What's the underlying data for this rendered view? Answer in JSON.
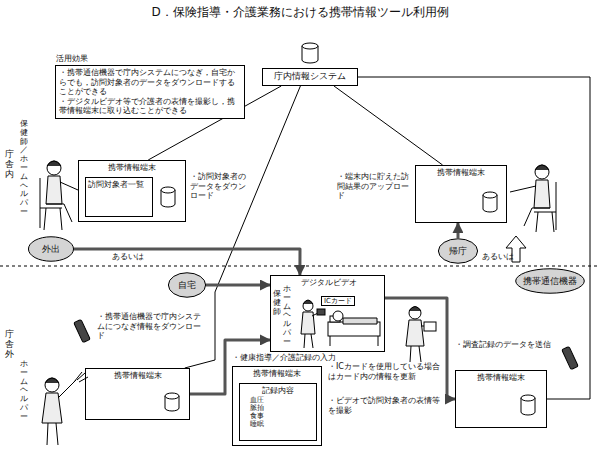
{
  "diagram": {
    "title": "D．保険指導・介護業務における携帯情報ツール利用例",
    "nodes": [
      {
        "text": [
          "活用効果",
          "・携帯通信機器で庁内システムにつなぎ，自宅からでも，訪問対象者のデータをダウンロードすることができる",
          "・デジタルビデオ等で介護者の表情を撮影し，携帯情報端末に取り込むことができる"
        ]
      },
      {
        "text": [
          "庁内情報システム"
        ]
      },
      {
        "text": [
          "携帯情報端末"
        ]
      },
      {
        "text": [
          "訪問対象者一覧"
        ],
        "in": 2
      },
      {
        "text": [
          "携帯情報端末"
        ]
      },
      {
        "text": [
          "外出"
        ]
      },
      {
        "text": [
          "自宅"
        ]
      },
      {
        "text": [
          "帰庁"
        ]
      },
      {
        "text": [
          "携帯通信機器"
        ]
      },
      {
        "text": [
          "デジタルビデオ",
          "ICカード"
        ]
      },
      {
        "text": [
          "携帯情報端末"
        ]
      },
      {
        "text": [
          "携帯情報端末"
        ]
      },
      {
        "text": [
          "記録内容",
          "血圧",
          "脈拍",
          "食事",
          "睡眠"
        ],
        "in": 11
      },
      {
        "text": [
          "携帯情報端末"
        ]
      }
    ],
    "edges": [
      {
        "from": 1,
        "to": 2,
        "arrow": "none"
      },
      {
        "from": 1,
        "to": 4,
        "arrow": "none"
      },
      {
        "from": 1,
        "to": 10,
        "arrow": "none"
      },
      {
        "from": 1,
        "to": 13,
        "arrow": "none"
      },
      {
        "from": 5,
        "to": 9,
        "arrow": "to"
      },
      {
        "from": 6,
        "to": 9,
        "arrow": "to"
      },
      {
        "from": 10,
        "to": 9,
        "arrow": "to"
      },
      {
        "from": 9,
        "to": 13,
        "arrow": "to"
      },
      {
        "from": 7,
        "to": 4,
        "arrow": "to"
      }
    ],
    "labels": [
      "・訪問対象者のデータをダウンロード",
      "・端末内に貯えた訪問結果のアップロード",
      "あるいは",
      "あるいは",
      "・携帯通信機器で庁内システムにつなぎ情報をダウンロード",
      "・健康指導／介護記録の入力",
      "・ICカードを使用している場合はカード内の情報を更新",
      "・ビデオで訪問対象者の表情等を撮影",
      "・調査記録のデータを送信",
      "庁舎内",
      "庁舎外",
      "保健師／ホームヘルパー",
      "ホームヘルパー",
      "保健師",
      "ホームヘルパー"
    ]
  }
}
